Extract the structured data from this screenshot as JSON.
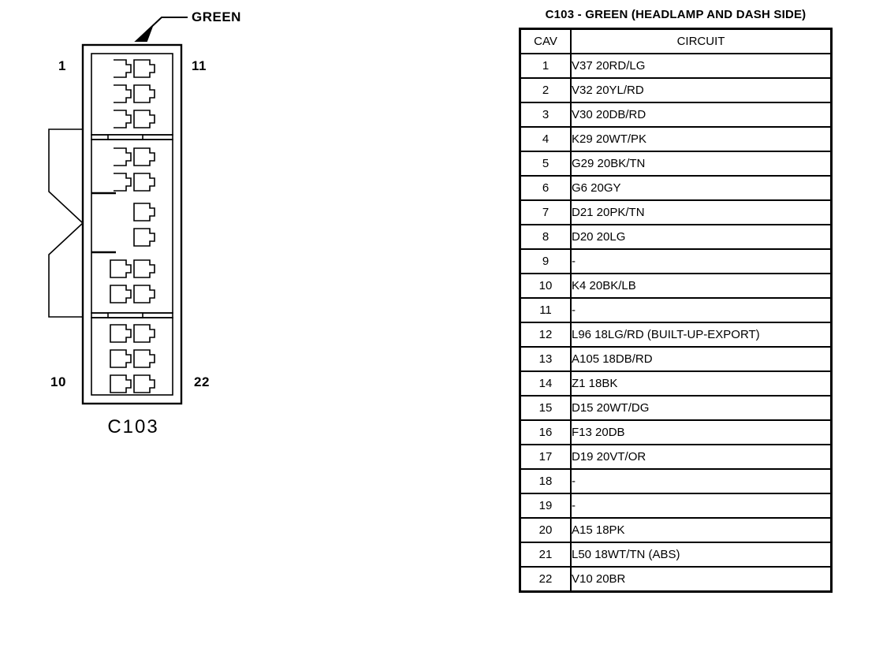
{
  "diagram": {
    "color_callout": "GREEN",
    "connector_name": "C103",
    "pin_labels": {
      "top_left": "1",
      "top_right": "11",
      "bottom_left": "10",
      "bottom_right": "22"
    }
  },
  "table": {
    "title": "C103 - GREEN (HEADLAMP AND DASH SIDE)",
    "columns": [
      "CAV",
      "CIRCUIT"
    ],
    "rows": [
      {
        "cav": "1",
        "circuit": "V37 20RD/LG"
      },
      {
        "cav": "2",
        "circuit": "V32 20YL/RD"
      },
      {
        "cav": "3",
        "circuit": "V30 20DB/RD"
      },
      {
        "cav": "4",
        "circuit": "K29 20WT/PK"
      },
      {
        "cav": "5",
        "circuit": "G29 20BK/TN"
      },
      {
        "cav": "6",
        "circuit": "G6 20GY"
      },
      {
        "cav": "7",
        "circuit": "D21 20PK/TN"
      },
      {
        "cav": "8",
        "circuit": "D20 20LG"
      },
      {
        "cav": "9",
        "circuit": "-"
      },
      {
        "cav": "10",
        "circuit": "K4 20BK/LB"
      },
      {
        "cav": "11",
        "circuit": "-"
      },
      {
        "cav": "12",
        "circuit": "L96 18LG/RD (BUILT-UP-EXPORT)"
      },
      {
        "cav": "13",
        "circuit": "A105 18DB/RD"
      },
      {
        "cav": "14",
        "circuit": "Z1 18BK"
      },
      {
        "cav": "15",
        "circuit": "D15 20WT/DG"
      },
      {
        "cav": "16",
        "circuit": "F13 20DB"
      },
      {
        "cav": "17",
        "circuit": "D19 20VT/OR"
      },
      {
        "cav": "18",
        "circuit": "-"
      },
      {
        "cav": "19",
        "circuit": "-"
      },
      {
        "cav": "20",
        "circuit": "A15 18PK"
      },
      {
        "cav": "21",
        "circuit": "L50 18WT/TN (ABS)"
      },
      {
        "cav": "22",
        "circuit": "V10 20BR"
      }
    ]
  },
  "colors": {
    "ink": "#000000",
    "paper": "#ffffff"
  }
}
